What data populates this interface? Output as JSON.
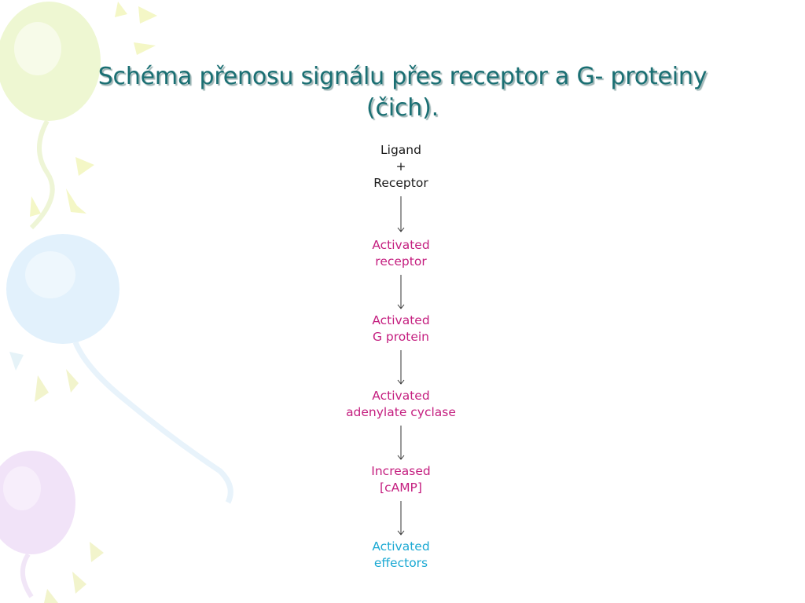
{
  "slide": {
    "title_line1": "Schéma přenosu signálu přes receptor a G- proteiny",
    "title_line2": "(čich)."
  },
  "diagram": {
    "nodes": [
      {
        "lines": [
          "Ligand",
          "+",
          "Receptor"
        ],
        "color": "#1a1a1a"
      },
      {
        "lines": [
          "Activated",
          "receptor"
        ],
        "color": "#c41e7f"
      },
      {
        "lines": [
          "Activated",
          "G protein"
        ],
        "color": "#c41e7f"
      },
      {
        "lines": [
          "Activated",
          "adenylate cyclase"
        ],
        "color": "#c41e7f"
      },
      {
        "lines": [
          "Increased",
          "[cAMP]"
        ],
        "color": "#c41e7f"
      },
      {
        "lines": [
          "Activated",
          "effectors"
        ],
        "color": "#1ba9d3"
      }
    ]
  },
  "theme": {
    "title_color": "#1a6f73",
    "balloon_colors": [
      "#eaf6c8",
      "#d8ecfb",
      "#eedcf6"
    ]
  }
}
